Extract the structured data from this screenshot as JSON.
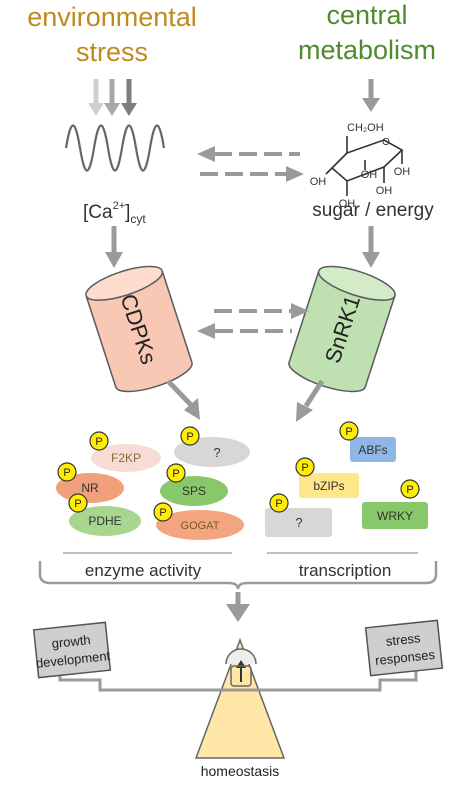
{
  "diagram": {
    "colors": {
      "env_title": "#c08a1e",
      "met_title": "#4f8a2c",
      "arrow_gray": "#9a9a9a",
      "cdpk_fill": "#f8c8b4",
      "snrk_fill": "#bfe0b0",
      "phospho_yellow": "#ffee00",
      "f2kp_fill": "#f7dcd6",
      "unknown_fill": "#d7d7d7",
      "nr_fill": "#f0a07a",
      "sps_fill": "#88c86a",
      "pdhe_fill": "#a9d68f",
      "gogat_fill": "#f2a57f",
      "abfs_fill": "#8fb6e4",
      "bzips_fill": "#ffe68a",
      "wrky_fill": "#88c86a",
      "box_gray": "#cfcfcf",
      "triangle_fill": "#ffe7a8",
      "glucose_color": "#333333"
    },
    "env_title": {
      "line1": "environmental",
      "line2": "stress"
    },
    "met_title": {
      "line1": "central",
      "line2": "metabolism"
    },
    "calcium_label": {
      "prefix": "[Ca",
      "sup": "2+",
      "mid": "]",
      "sub": "cyt"
    },
    "glucose_atoms": {
      "ch2oh": "CH₂OH",
      "o": "O",
      "oh": "OH"
    },
    "sugar_label": "sugar / energy",
    "cdpk_label": "CDPKs",
    "snrk_label": "SnRK1",
    "phospho_label": "P",
    "enzymes": {
      "f2kp": "F2KP",
      "unknown": "?",
      "nr": "NR",
      "sps": "SPS",
      "pdhe": "PDHE",
      "gogat": "GOGAT"
    },
    "tfs": {
      "abfs": "ABFs",
      "bzips": "bZIPs",
      "unknown": "?",
      "wrky": "WRKY"
    },
    "enzyme_activity_label": "enzyme activity",
    "transcription_label": "transcription",
    "growth_box": {
      "line1": "growth",
      "line2": "development"
    },
    "stress_box": {
      "line1": "stress",
      "line2": "responses"
    },
    "homeostasis_label": "homeostasis"
  }
}
